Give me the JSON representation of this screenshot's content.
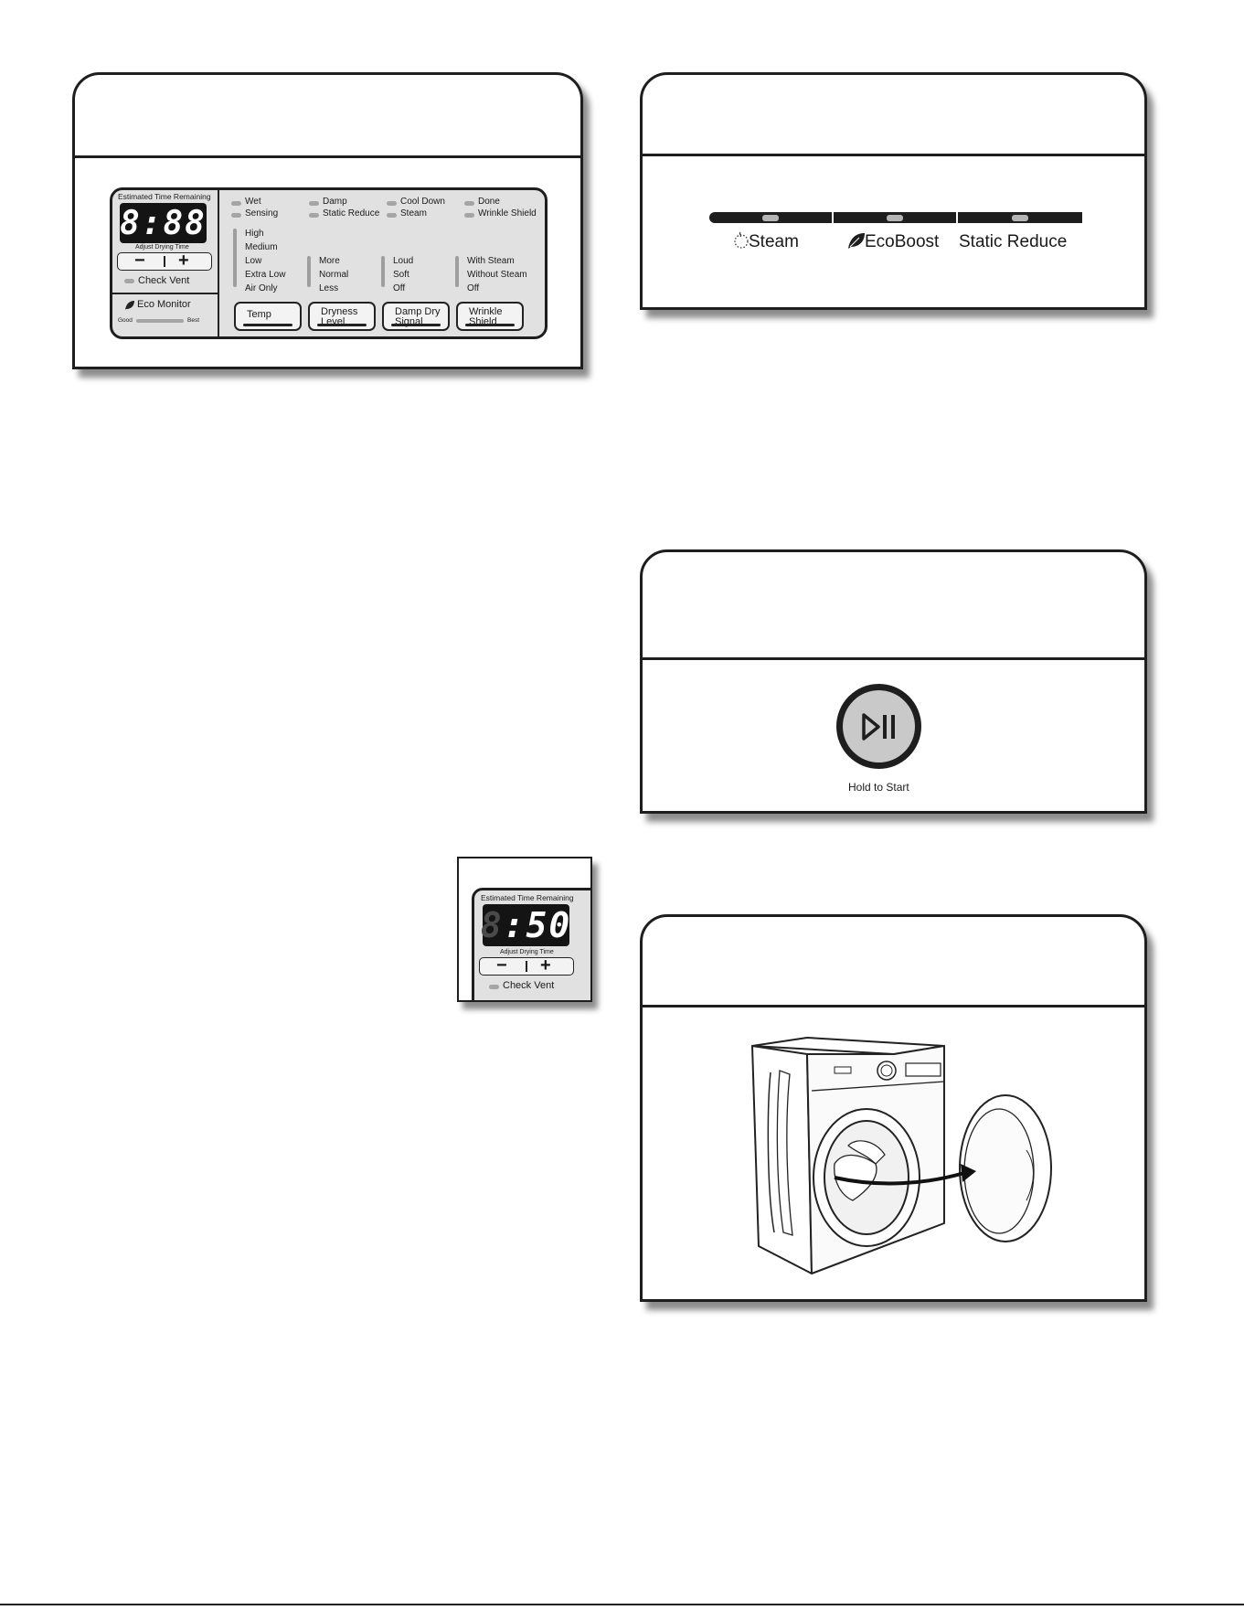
{
  "panel1": {
    "est_time_label": "Estimated Time Remaining",
    "display": "8:88",
    "adjust_label": "Adjust Drying Time",
    "minus": "−",
    "plus": "+",
    "check_vent": "Check Vent",
    "eco_monitor": "Eco Monitor",
    "good": "Good",
    "best": "Best",
    "status_col1": [
      "Wet",
      "Sensing"
    ],
    "status_col2": [
      "Damp",
      "Static Reduce"
    ],
    "status_col3": [
      "Cool Down",
      "Steam"
    ],
    "status_col4": [
      "Done",
      "Wrinkle Shield"
    ],
    "temp_options": [
      "High",
      "Medium",
      "Low",
      "Extra Low",
      "Air Only"
    ],
    "dryness_options": [
      "More",
      "Normal",
      "Less"
    ],
    "signal_options": [
      "Loud",
      "Soft",
      "Off"
    ],
    "wrinkle_options": [
      "With Steam",
      "Without Steam",
      "Off"
    ],
    "buttons": {
      "temp": "Temp",
      "dryness_1": "Dryness",
      "dryness_2": "Level",
      "damp_1": "Damp Dry",
      "damp_2": "Signal",
      "wrinkle_1": "Wrinkle",
      "wrinkle_2": "Shield"
    }
  },
  "panel2": {
    "options": [
      "Steam",
      "EcoBoost",
      "Static Reduce"
    ]
  },
  "panel3": {
    "hold_to_start": "Hold to Start"
  },
  "panel5": {
    "est_time_label": "Estimated Time Remaining",
    "display_dim": "8",
    "display_lit": ":50",
    "adjust_label": "Adjust Drying Time",
    "minus": "−",
    "plus": "+",
    "check_vent": "Check Vent"
  },
  "colors": {
    "panel_bg": "#e1e1e1",
    "led": "#a5a5a5",
    "lcd": "#141414",
    "outline": "#1e1e1e"
  }
}
